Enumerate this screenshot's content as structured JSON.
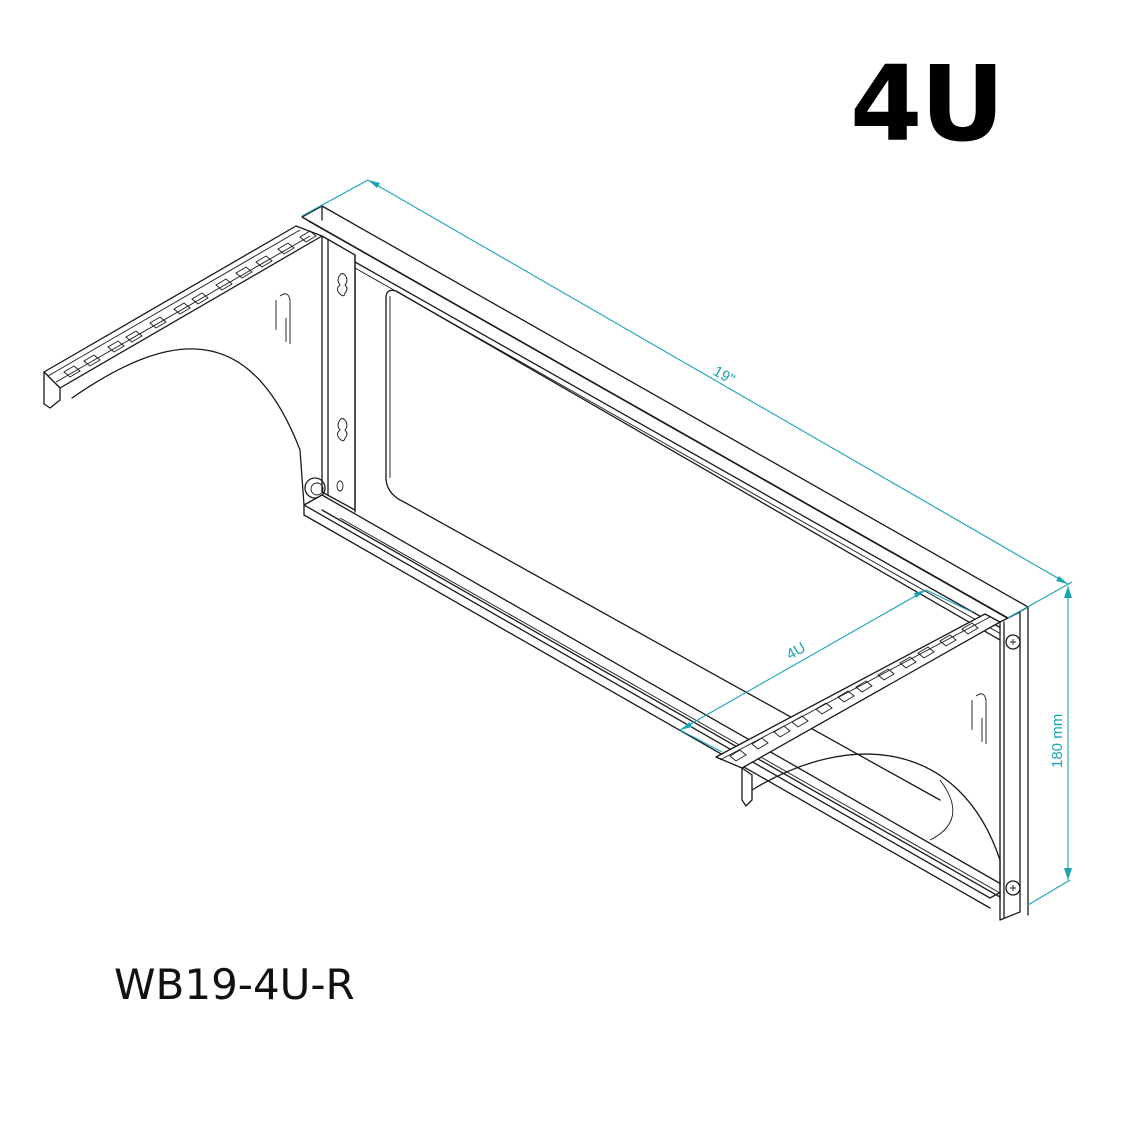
{
  "header": {
    "size_badge": "4U"
  },
  "product": {
    "model": "WB19-4U-R"
  },
  "dimensions": {
    "width_label": "19\"",
    "rack_units_label": "4U",
    "height_label": "180 mm"
  },
  "colors": {
    "dimension_lines": "#1aa3b5",
    "outline": "#1a1a1a",
    "background": "#ffffff"
  }
}
